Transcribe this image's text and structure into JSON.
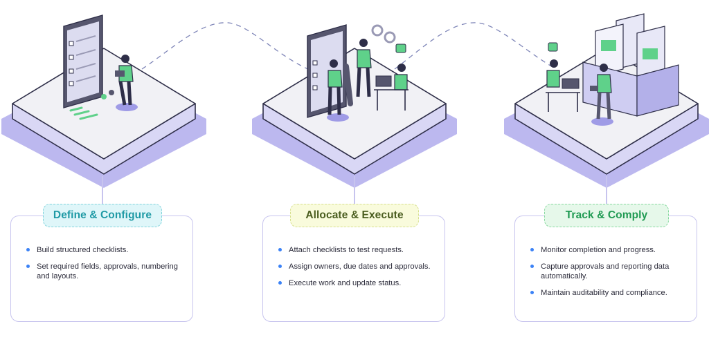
{
  "colors": {
    "accent": "#8f8bdc",
    "stage1": "#2aa9b3",
    "stage2": "#4a5d1f",
    "stage3": "#22a35a",
    "bullet": "#3b82f6"
  },
  "stages": [
    {
      "title": "Define & Configure",
      "illustration": "checklist-clipboard-person-icon",
      "bullets": [
        "Build structured checklists.",
        "Set required fields, approvals, numbering and layouts."
      ]
    },
    {
      "title": "Allocate & Execute",
      "illustration": "team-collaboration-icon",
      "bullets": [
        "Attach checklists to test requests.",
        "Assign owners, due dates and approvals.",
        "Execute work and update status."
      ]
    },
    {
      "title": "Track & Comply",
      "illustration": "filing-cabinet-documents-icon",
      "bullets": [
        "Monitor completion and progress.",
        "Capture approvals and reporting data automatically.",
        "Maintain auditability and compliance."
      ]
    }
  ]
}
